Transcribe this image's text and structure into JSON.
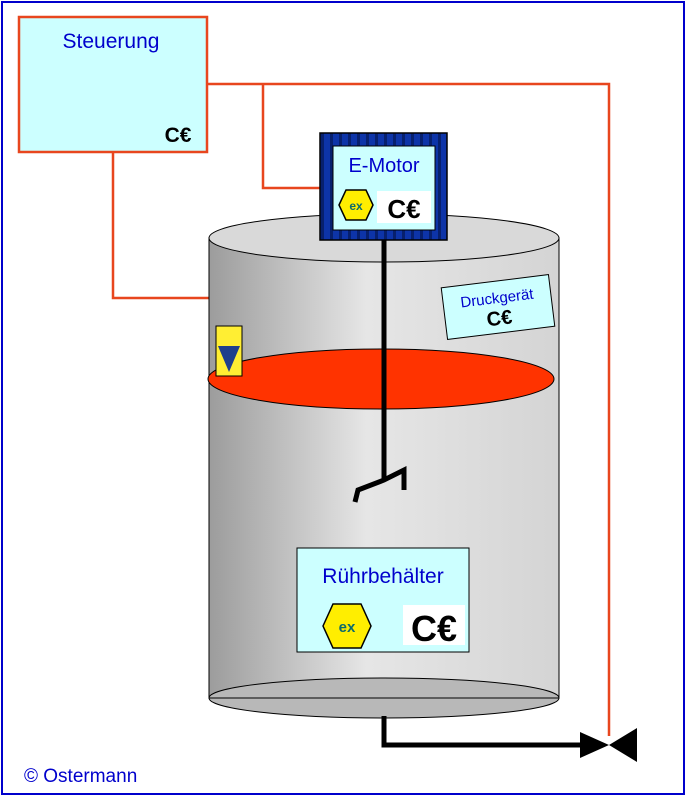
{
  "labels": {
    "controller": "Steuerung",
    "motor": "E-Motor",
    "pressure_device": "Druckgerät",
    "vessel": "Rührbehälter",
    "ex_mark": "ex",
    "ce_mark": "CE",
    "copyright": "© Ostermann"
  },
  "colors": {
    "frame_border": "#0000cc",
    "wiring": "#e8461e",
    "box_fill": "#ccffff",
    "motor_fill": "#0d34a8",
    "liquid": "#ff3300",
    "ex_symbol": "#ffee00",
    "level_sensor": "#ffee33"
  }
}
